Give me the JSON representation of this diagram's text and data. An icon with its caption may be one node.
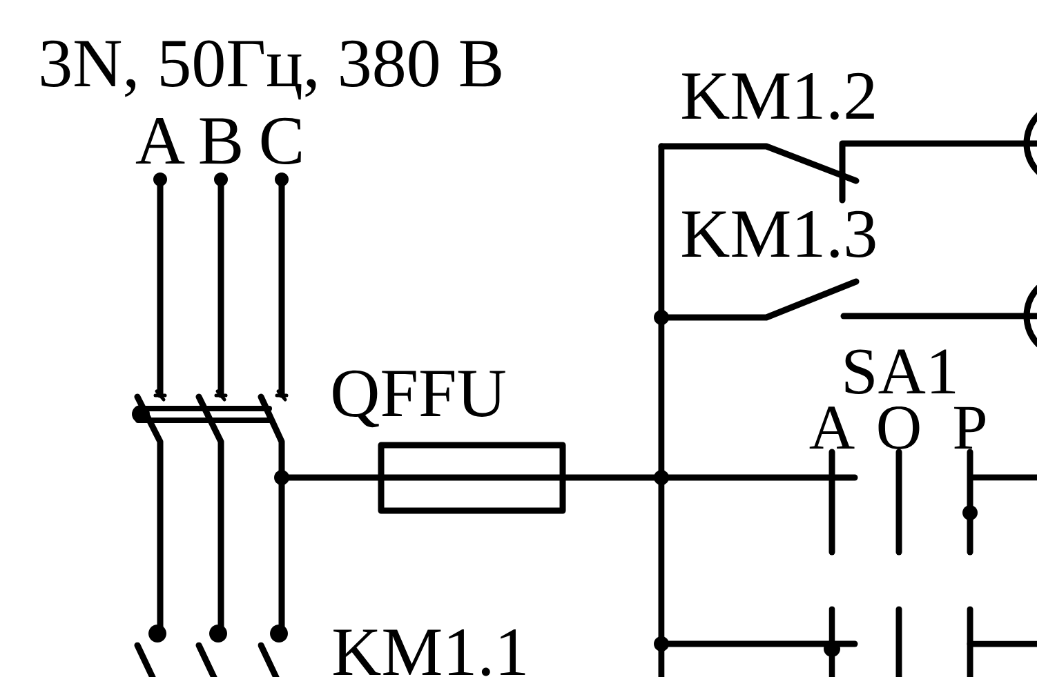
{
  "diagram": {
    "labels": [
      "3N, 50Гц, 380 В",
      "A",
      "B",
      "C",
      "KM1.2",
      "KM1.3",
      "QFFU",
      "SA1",
      "A",
      "O",
      "P",
      "KM1.1"
    ]
  }
}
